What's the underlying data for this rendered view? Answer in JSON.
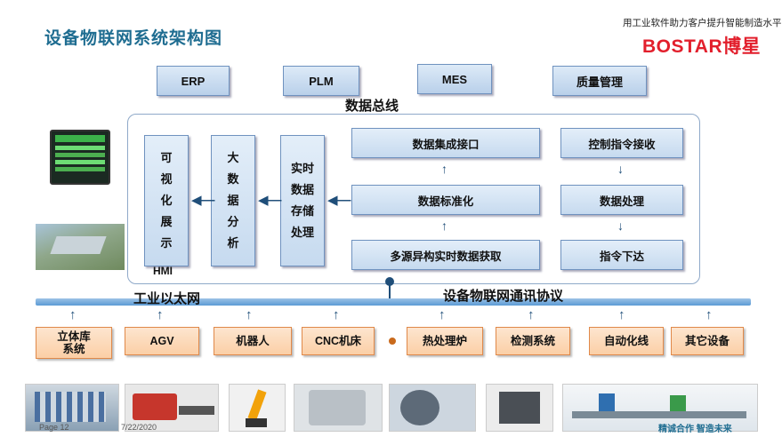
{
  "header": {
    "title": "设备物联网系统架构图",
    "slogan": "用工业软件助力客户提升智能制造水平",
    "logo": "BOSTAR博星"
  },
  "top_systems": [
    "ERP",
    "PLM",
    "MES",
    "质量管理"
  ],
  "bus_label": "数据总线",
  "vertical_blocks": {
    "visual": "可\n视\n化\n展\n示",
    "bigdata": "大\n数\n据\n分\n析",
    "realtime": "实时\n数据\n存储\n处理"
  },
  "hmi_label": "HMI",
  "data_flow": [
    "数据集成接口",
    "数据标准化",
    "多源异构实时数据获取"
  ],
  "control_flow": [
    "控制指令接收",
    "数据处理",
    "指令下达"
  ],
  "network": {
    "left_label": "工业以太网",
    "right_label": "设备物联网通讯协议"
  },
  "devices": [
    "立体库\n系统",
    "AGV",
    "机器人",
    "CNC机床",
    "热处理炉",
    "检测系统",
    "自动化线",
    "其它设备"
  ],
  "footer": {
    "page": "Page 12",
    "date": "7/22/2020",
    "tagline": "精诚合作 智造未来"
  },
  "colors": {
    "title": "#1f6d91",
    "logo": "#e21f2c",
    "top_box": "#c9dcf0",
    "device_box": "#fcd9b8",
    "network_bar": "#5b9bd5"
  }
}
